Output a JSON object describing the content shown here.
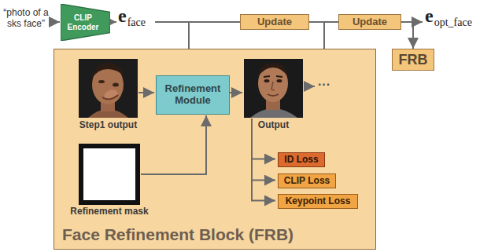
{
  "diagram": {
    "nodes": [
      {
        "text": [
          "CLIP Encoder"
        ]
      },
      {
        "text": [
          "Update"
        ]
      },
      {
        "text": [
          "Update"
        ]
      },
      {
        "text": [
          "FRB"
        ]
      },
      {
        "text": [
          "Face Refinement Block (FRB)"
        ]
      },
      {
        "text": [
          "Refinement Module"
        ],
        "in": 4
      },
      {
        "text": [
          "ID Loss"
        ],
        "in": 4
      },
      {
        "text": [
          "CLIP Loss"
        ],
        "in": 4
      },
      {
        "text": [
          "Keypoint Loss"
        ],
        "in": 4
      }
    ],
    "edges": [
      {
        "from": 1,
        "to": 2,
        "arrow": "none"
      },
      {
        "from": 2,
        "to": 3,
        "arrow": "to"
      }
    ],
    "labels": [
      "“photo of a sks face”",
      "e",
      "face",
      "e",
      "opt_face",
      "Step1 output",
      "Output",
      "···",
      "Refinement mask"
    ]
  }
}
